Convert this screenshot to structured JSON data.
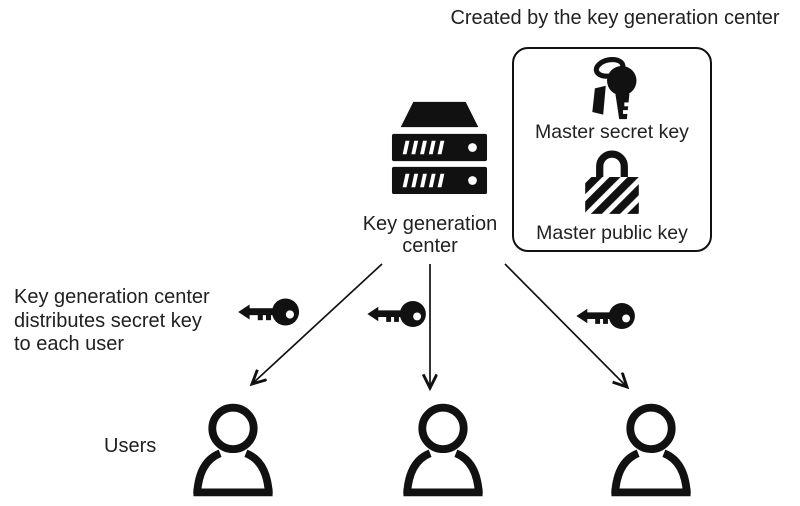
{
  "top_caption": "Created by the key generation center",
  "kgc_box": {
    "secret_key_label": "Master secret key",
    "public_key_label": "Master public key"
  },
  "server": {
    "label": "Key generation center"
  },
  "distribution_note": {
    "lines": [
      "Key generation center",
      "distributes secret key",
      "to each user"
    ]
  },
  "users_label": "Users",
  "icons": {
    "server": "server-rack-icon",
    "master_secret_key": "key-with-keyring-icon",
    "master_public_key": "striped-padlock-icon",
    "distributed_key": "key-icon",
    "user": "person-icon",
    "arrow": "arrow-icon"
  },
  "colors": {
    "ink": "#111111",
    "text": "#212121",
    "background": "#ffffff"
  }
}
